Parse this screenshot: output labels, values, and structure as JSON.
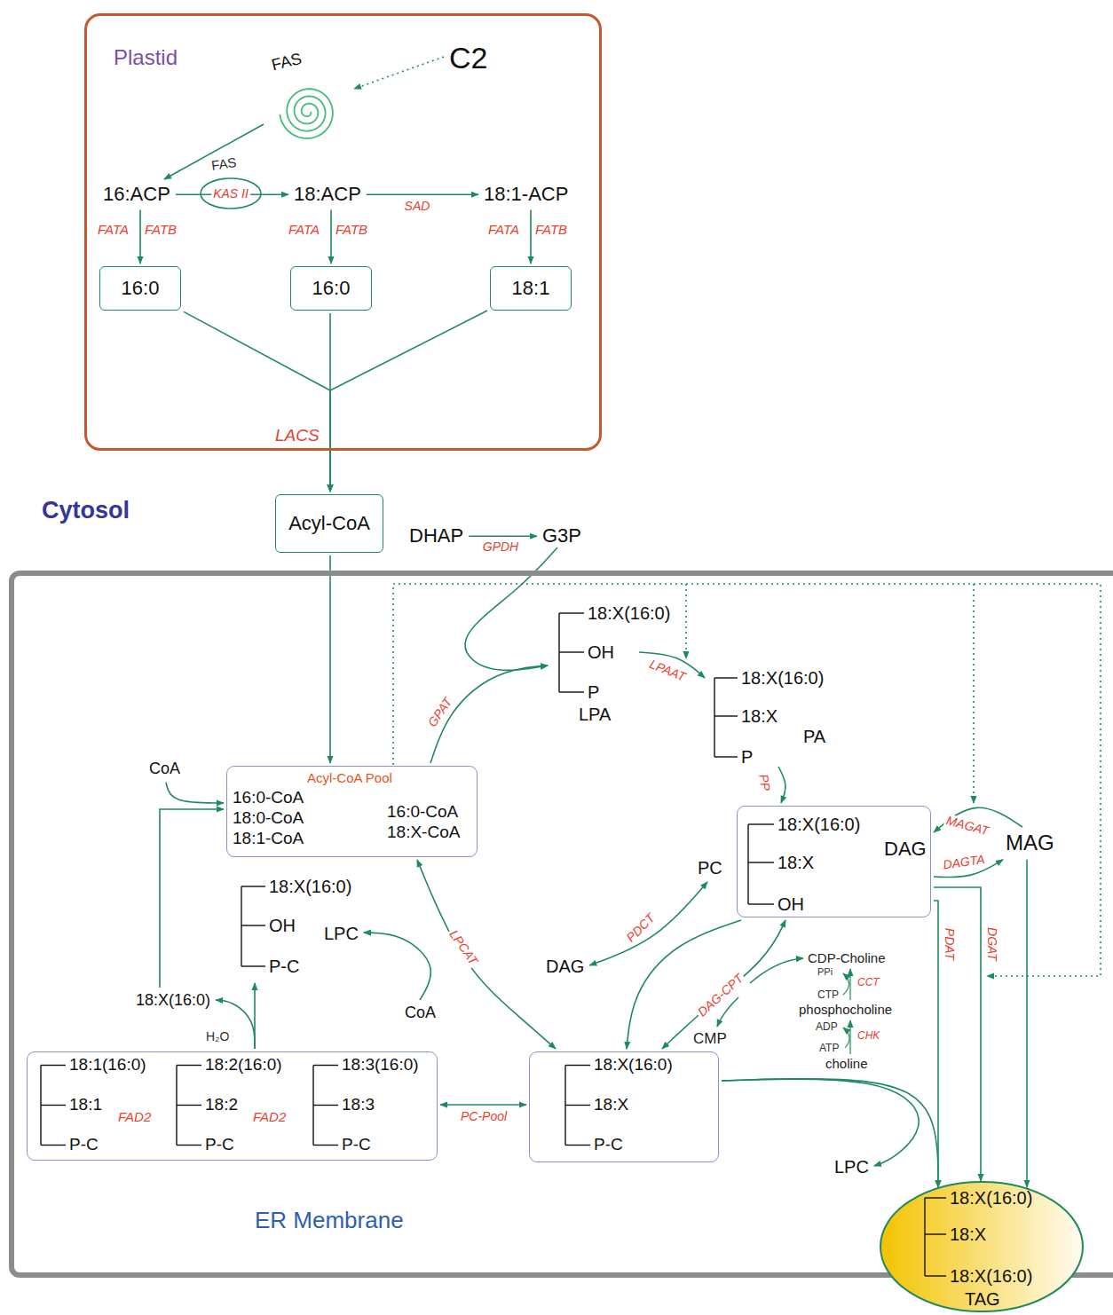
{
  "diagram": {
    "nodes": [
      {
        "text": [
          "Plastid"
        ]
      },
      {
        "text": [
          "FAS"
        ],
        "in": 0
      },
      {
        "text": [
          "C2"
        ],
        "in": 0
      },
      {
        "text": [
          "16:ACP"
        ],
        "in": 0
      },
      {
        "text": [
          "18:ACP"
        ],
        "in": 0
      },
      {
        "text": [
          "18:1-ACP"
        ],
        "in": 0
      },
      {
        "text": [
          "16:0"
        ],
        "in": 0
      },
      {
        "text": [
          "16:0"
        ],
        "in": 0
      },
      {
        "text": [
          "18:1"
        ],
        "in": 0
      },
      {
        "text": [
          "Acyl-CoA"
        ]
      },
      {
        "text": [
          "DHAP"
        ]
      },
      {
        "text": [
          "G3P"
        ]
      },
      {
        "text": [
          "ER Membrane"
        ]
      },
      {
        "text": [
          "18:X(16:0)",
          "OH",
          "P",
          "LPA"
        ],
        "in": 12
      },
      {
        "text": [
          "18:X(16:0)",
          "18:X",
          "P",
          "PA"
        ],
        "in": 12
      },
      {
        "text": [
          "Acyl-CoA Pool",
          "16:0-CoA 18:0-CoA 18:1-CoA",
          "16:0-CoA 18:X-CoA"
        ],
        "in": 12
      },
      {
        "text": [
          "18:X(16:0)",
          "18:X",
          "OH",
          "DAG"
        ],
        "in": 12
      },
      {
        "text": [
          "MAG"
        ],
        "in": 12
      },
      {
        "text": [
          "PC"
        ],
        "in": 12
      },
      {
        "text": [
          "DAG"
        ],
        "in": 12
      },
      {
        "text": [
          "18:X(16:0)",
          "OH",
          "P-C"
        ],
        "in": 12
      },
      {
        "text": [
          "LPC"
        ],
        "in": 12
      },
      {
        "text": [
          "CoA"
        ],
        "in": 12
      },
      {
        "text": [
          "CoA"
        ],
        "in": 12
      },
      {
        "text": [
          "18:X(16:0)"
        ],
        "in": 12
      },
      {
        "text": [
          "18:1(16:0)",
          "18:1",
          "P-C",
          "18:2(16:0)",
          "18:2",
          "P-C",
          "18:3(16:0)",
          "18:3",
          "P-C"
        ],
        "in": 12
      },
      {
        "text": [
          "18:X(16:0)",
          "18:X",
          "P-C"
        ],
        "in": 12
      },
      {
        "text": [
          "LPC"
        ],
        "in": 12
      },
      {
        "text": [
          "18:X(16:0)",
          "18:X",
          "18:X(16:0)",
          "TAG"
        ]
      }
    ],
    "edges": [
      {
        "from": 2,
        "to": 1,
        "arrow": "to"
      },
      {
        "from": 1,
        "to": 3,
        "arrow": "to"
      },
      {
        "from": 3,
        "to": 4,
        "arrow": "to",
        "label": "KAS II"
      },
      {
        "from": 4,
        "to": 5,
        "arrow": "to",
        "label": "SAD"
      },
      {
        "from": 3,
        "to": 6,
        "arrow": "to"
      },
      {
        "from": 4,
        "to": 7,
        "arrow": "to"
      },
      {
        "from": 5,
        "to": 8,
        "arrow": "to"
      },
      {
        "from": 6,
        "to": 9,
        "arrow": "to"
      },
      {
        "from": 7,
        "to": 9,
        "arrow": "to"
      },
      {
        "from": 8,
        "to": 9,
        "arrow": "to"
      },
      {
        "from": 9,
        "to": 15,
        "arrow": "to"
      },
      {
        "from": 10,
        "to": 11,
        "arrow": "to",
        "label": "GPDH"
      },
      {
        "from": 11,
        "to": 13,
        "arrow": "to"
      },
      {
        "from": 15,
        "to": 13,
        "arrow": "to",
        "label": "GPAT"
      },
      {
        "from": 13,
        "to": 14,
        "arrow": "to",
        "label": "LPAAT"
      },
      {
        "from": 14,
        "to": 16,
        "arrow": "to",
        "label": "PP"
      },
      {
        "from": 17,
        "to": 16,
        "arrow": "to",
        "label": "MAGAT"
      },
      {
        "from": 16,
        "to": 17,
        "arrow": "to",
        "label": "DAGTA"
      },
      {
        "from": 19,
        "to": 18,
        "arrow": "both",
        "label": "PDCT"
      },
      {
        "from": 16,
        "to": 26,
        "arrow": "to"
      },
      {
        "from": 26,
        "to": 16,
        "arrow": "both",
        "label": "DAG-CPT"
      },
      {
        "from": 15,
        "to": 26,
        "arrow": "both",
        "label": "LPCAT"
      },
      {
        "from": 23,
        "to": 21,
        "arrow": "to"
      },
      {
        "from": 25,
        "to": 26,
        "arrow": "both",
        "label": "PC-Pool"
      },
      {
        "from": 25,
        "to": 20,
        "arrow": "to"
      },
      {
        "from": 25,
        "to": 24,
        "arrow": "to"
      },
      {
        "from": 24,
        "to": 15,
        "arrow": "to"
      },
      {
        "from": 22,
        "to": 15,
        "arrow": "to"
      },
      {
        "from": 26,
        "to": 28,
        "arrow": "to"
      },
      {
        "from": 26,
        "to": 27,
        "arrow": "to"
      },
      {
        "from": 16,
        "to": 28,
        "arrow": "to",
        "label": "PDAT"
      },
      {
        "from": 16,
        "to": 28,
        "arrow": "to",
        "label": "DGAT"
      },
      {
        "from": 17,
        "to": 28,
        "arrow": "to"
      }
    ],
    "labels": [
      "Cytosol",
      "FAS",
      "FATA",
      "FATB",
      "FATA",
      "FATB",
      "FATA",
      "FATB",
      "LACS",
      "H₂O",
      "FAD2",
      "FAD2",
      "CDP-Choline",
      "PPi",
      "CCT",
      "CTP",
      "phosphocholine",
      "ADP",
      "CHK",
      "ATP",
      "choline",
      "CMP"
    ]
  }
}
